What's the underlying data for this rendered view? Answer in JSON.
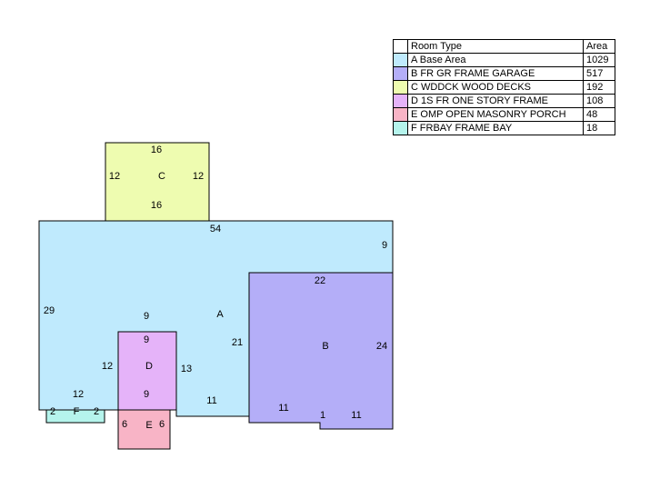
{
  "legend": {
    "header_type": "Room Type",
    "header_area": "Area",
    "rows": [
      {
        "label": "A Base Area",
        "area": "1029",
        "color": "#bfeafd"
      },
      {
        "label": "B FR GR FRAME GARAGE",
        "area": "517",
        "color": "#b4aef8"
      },
      {
        "label": "C WDDCK WOOD DECKS",
        "area": "192",
        "color": "#eefcb0"
      },
      {
        "label": "D 1S FR  ONE STORY FRAME",
        "area": "108",
        "color": "#e5b3f9"
      },
      {
        "label": "E OMP   OPEN MASONRY PORCH",
        "area": "48",
        "color": "#f8b4c6"
      },
      {
        "label": "F FRBAY FRAME BAY",
        "area": "18",
        "color": "#b5f4ec"
      }
    ]
  },
  "sketch": {
    "room_a": {
      "letter": "A",
      "dims": {
        "top": "54",
        "right": "9",
        "left": "29",
        "inner_nine": "9",
        "bay_side": "12",
        "bottom": "11",
        "d_side": "13",
        "garage_side": "21"
      }
    },
    "room_b": {
      "letter": "B",
      "dims": {
        "top": "22",
        "right": "24",
        "bottom_left": "11",
        "step": "1",
        "bottom_right": "11"
      }
    },
    "room_c": {
      "letter": "C",
      "dims": {
        "top": "16",
        "left": "12",
        "right": "12",
        "bottom": "16"
      }
    },
    "room_d": {
      "letter": "D",
      "dims": {
        "top": "9",
        "left": "12",
        "bottom": "9"
      }
    },
    "room_e": {
      "letter": "E",
      "dims": {
        "left": "6",
        "right": "6"
      }
    },
    "room_f": {
      "letter": "F",
      "dims": {
        "top": "12",
        "left": "2",
        "right": "2"
      }
    }
  }
}
